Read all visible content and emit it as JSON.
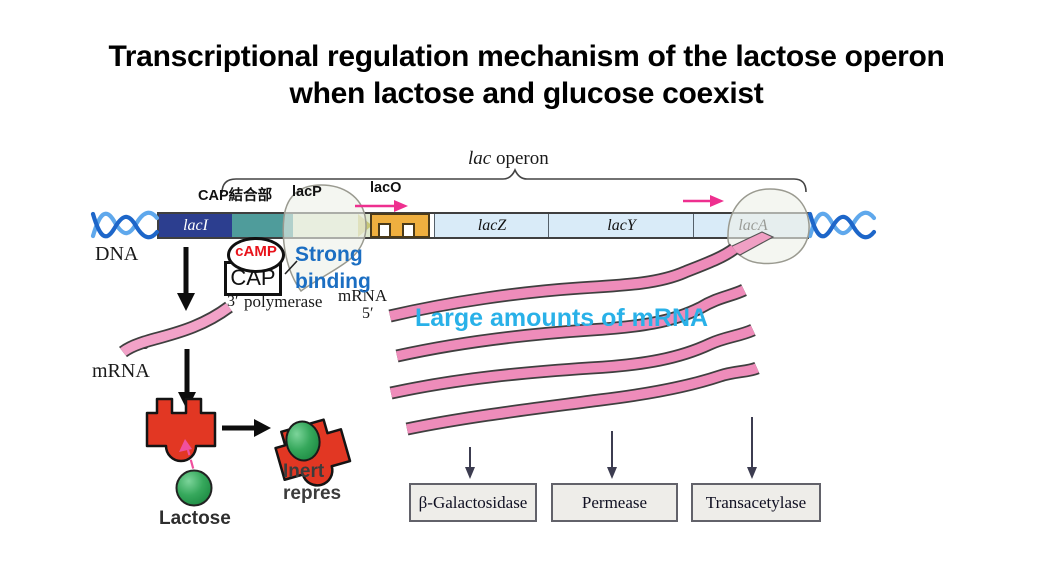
{
  "title": {
    "line1": "Transcriptional regulation mechanism of the lactose operon",
    "line2": "when lactose and glucose coexist"
  },
  "operon_map": {
    "bracket_label": {
      "italic": "lac",
      "rest": " operon"
    },
    "sites": {
      "cap_binding": "CAP結合部",
      "promoter": "lacP",
      "operator": "lacO"
    },
    "genes": {
      "repressor_gene": "lacI",
      "lacZ": "lacZ",
      "lacY": "lacY",
      "lacA": "lacA"
    }
  },
  "left_flow": {
    "dna": "DNA",
    "three_prime": "3′",
    "five_prime": "5′",
    "mrna": "mRNA",
    "camp": "cAMP",
    "cap": "CAP",
    "polymerase": "polymerase",
    "strong_binding_line1": "Strong",
    "strong_binding_line2": "binding",
    "lactose": "Lactose",
    "inert_line1": "Inert",
    "inert_line2": "repres"
  },
  "transcription": {
    "mrna": "mRNA",
    "five_prime": "5′",
    "large_amounts": "Large amounts of mRNA"
  },
  "products": [
    "β-Galactosidase",
    "Permease",
    "Transacetylase"
  ],
  "colors": {
    "strong_binding": "#1b6ec2",
    "large_mrna": "#29b1e8",
    "camp_red": "#e8131b",
    "mrna_pink": "#ee8cba",
    "repressor_red": "#e23723",
    "laci_navy": "#2c3e8f",
    "cap_site_teal": "#4f9c9b",
    "promoter_green": "#dfe9cf",
    "operator_orange": "#efaf3f",
    "gene_blue": "#d9ebf8"
  }
}
